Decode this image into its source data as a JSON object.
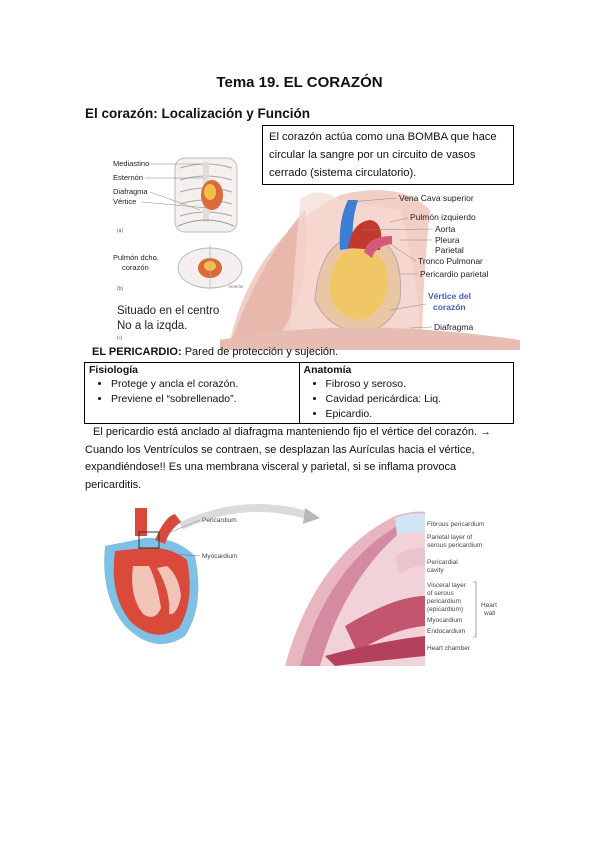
{
  "title": "Tema 19. EL CORAZÓN",
  "section1": {
    "heading": "El corazón: Localización y Función",
    "callout": "El corazón actúa como una BOMBA que hace circular la sangre por un circuito de vasos cerrado (sistema circulatorio).",
    "small_labels": [
      "Mediastino",
      "Esternón",
      "Diafragma",
      "Vértice"
    ],
    "panel_a": "(a)",
    "panel_b": "(b)",
    "panel_c": "(c)",
    "lung_label_1": "Pulmón dcho.",
    "lung_label_2": "corazón",
    "anterior": "Anterior",
    "situado_1": "Situado en el centro",
    "situado_2": "No a la izqda.",
    "right_labels": [
      "Vena Cava superior",
      "Pulmón izquierdo",
      "Aorta",
      "Pleura",
      "Parietal",
      "Tronco Pulmonar",
      "Pericardio parietal"
    ],
    "vertice_1": "Vértice del",
    "vertice_2": "corazón",
    "diafragma": "Diafragma"
  },
  "pericardio": {
    "heading_bold": "EL PERICARDIO:",
    "heading_rest": " Pared de protección y sujeción.",
    "fisiologia": {
      "title": "Fisiología",
      "items": [
        "Protege y ancla el corazón.",
        "Previene el “sobrellenado”."
      ]
    },
    "anatomia": {
      "title": "Anatomía",
      "items": [
        "Fibroso y seroso.",
        "Cavidad pericárdica: Liq.",
        "Epicardio."
      ]
    },
    "paragraph": "El pericardio está anclado al diafragma manteniendo fijo el vértice del corazón. → Cuando los Ventrículos se contraen, se desplazan las Aurículas hacia el vértice, expandiéndose!! Es una membrana visceral y parietal, si se inflama provoca pericarditis."
  },
  "figure2": {
    "left_labels": [
      "Pericardium",
      "Myocardium"
    ],
    "right_labels": [
      "Fibrous pericardium",
      "Parietal layer of",
      "serous pericardium",
      "Pericardial",
      "cavity",
      "Visceral layer",
      "of serous",
      "pericardium",
      "(epicardium)",
      "Myocardium",
      "Endocardium",
      "Heart chamber"
    ],
    "heart_wall": [
      "Heart",
      "wall"
    ]
  },
  "colors": {
    "red": "#c0392b",
    "blue": "#3a7fd5",
    "pink": "#f1c8c0",
    "yellow": "#f4d27a"
  }
}
